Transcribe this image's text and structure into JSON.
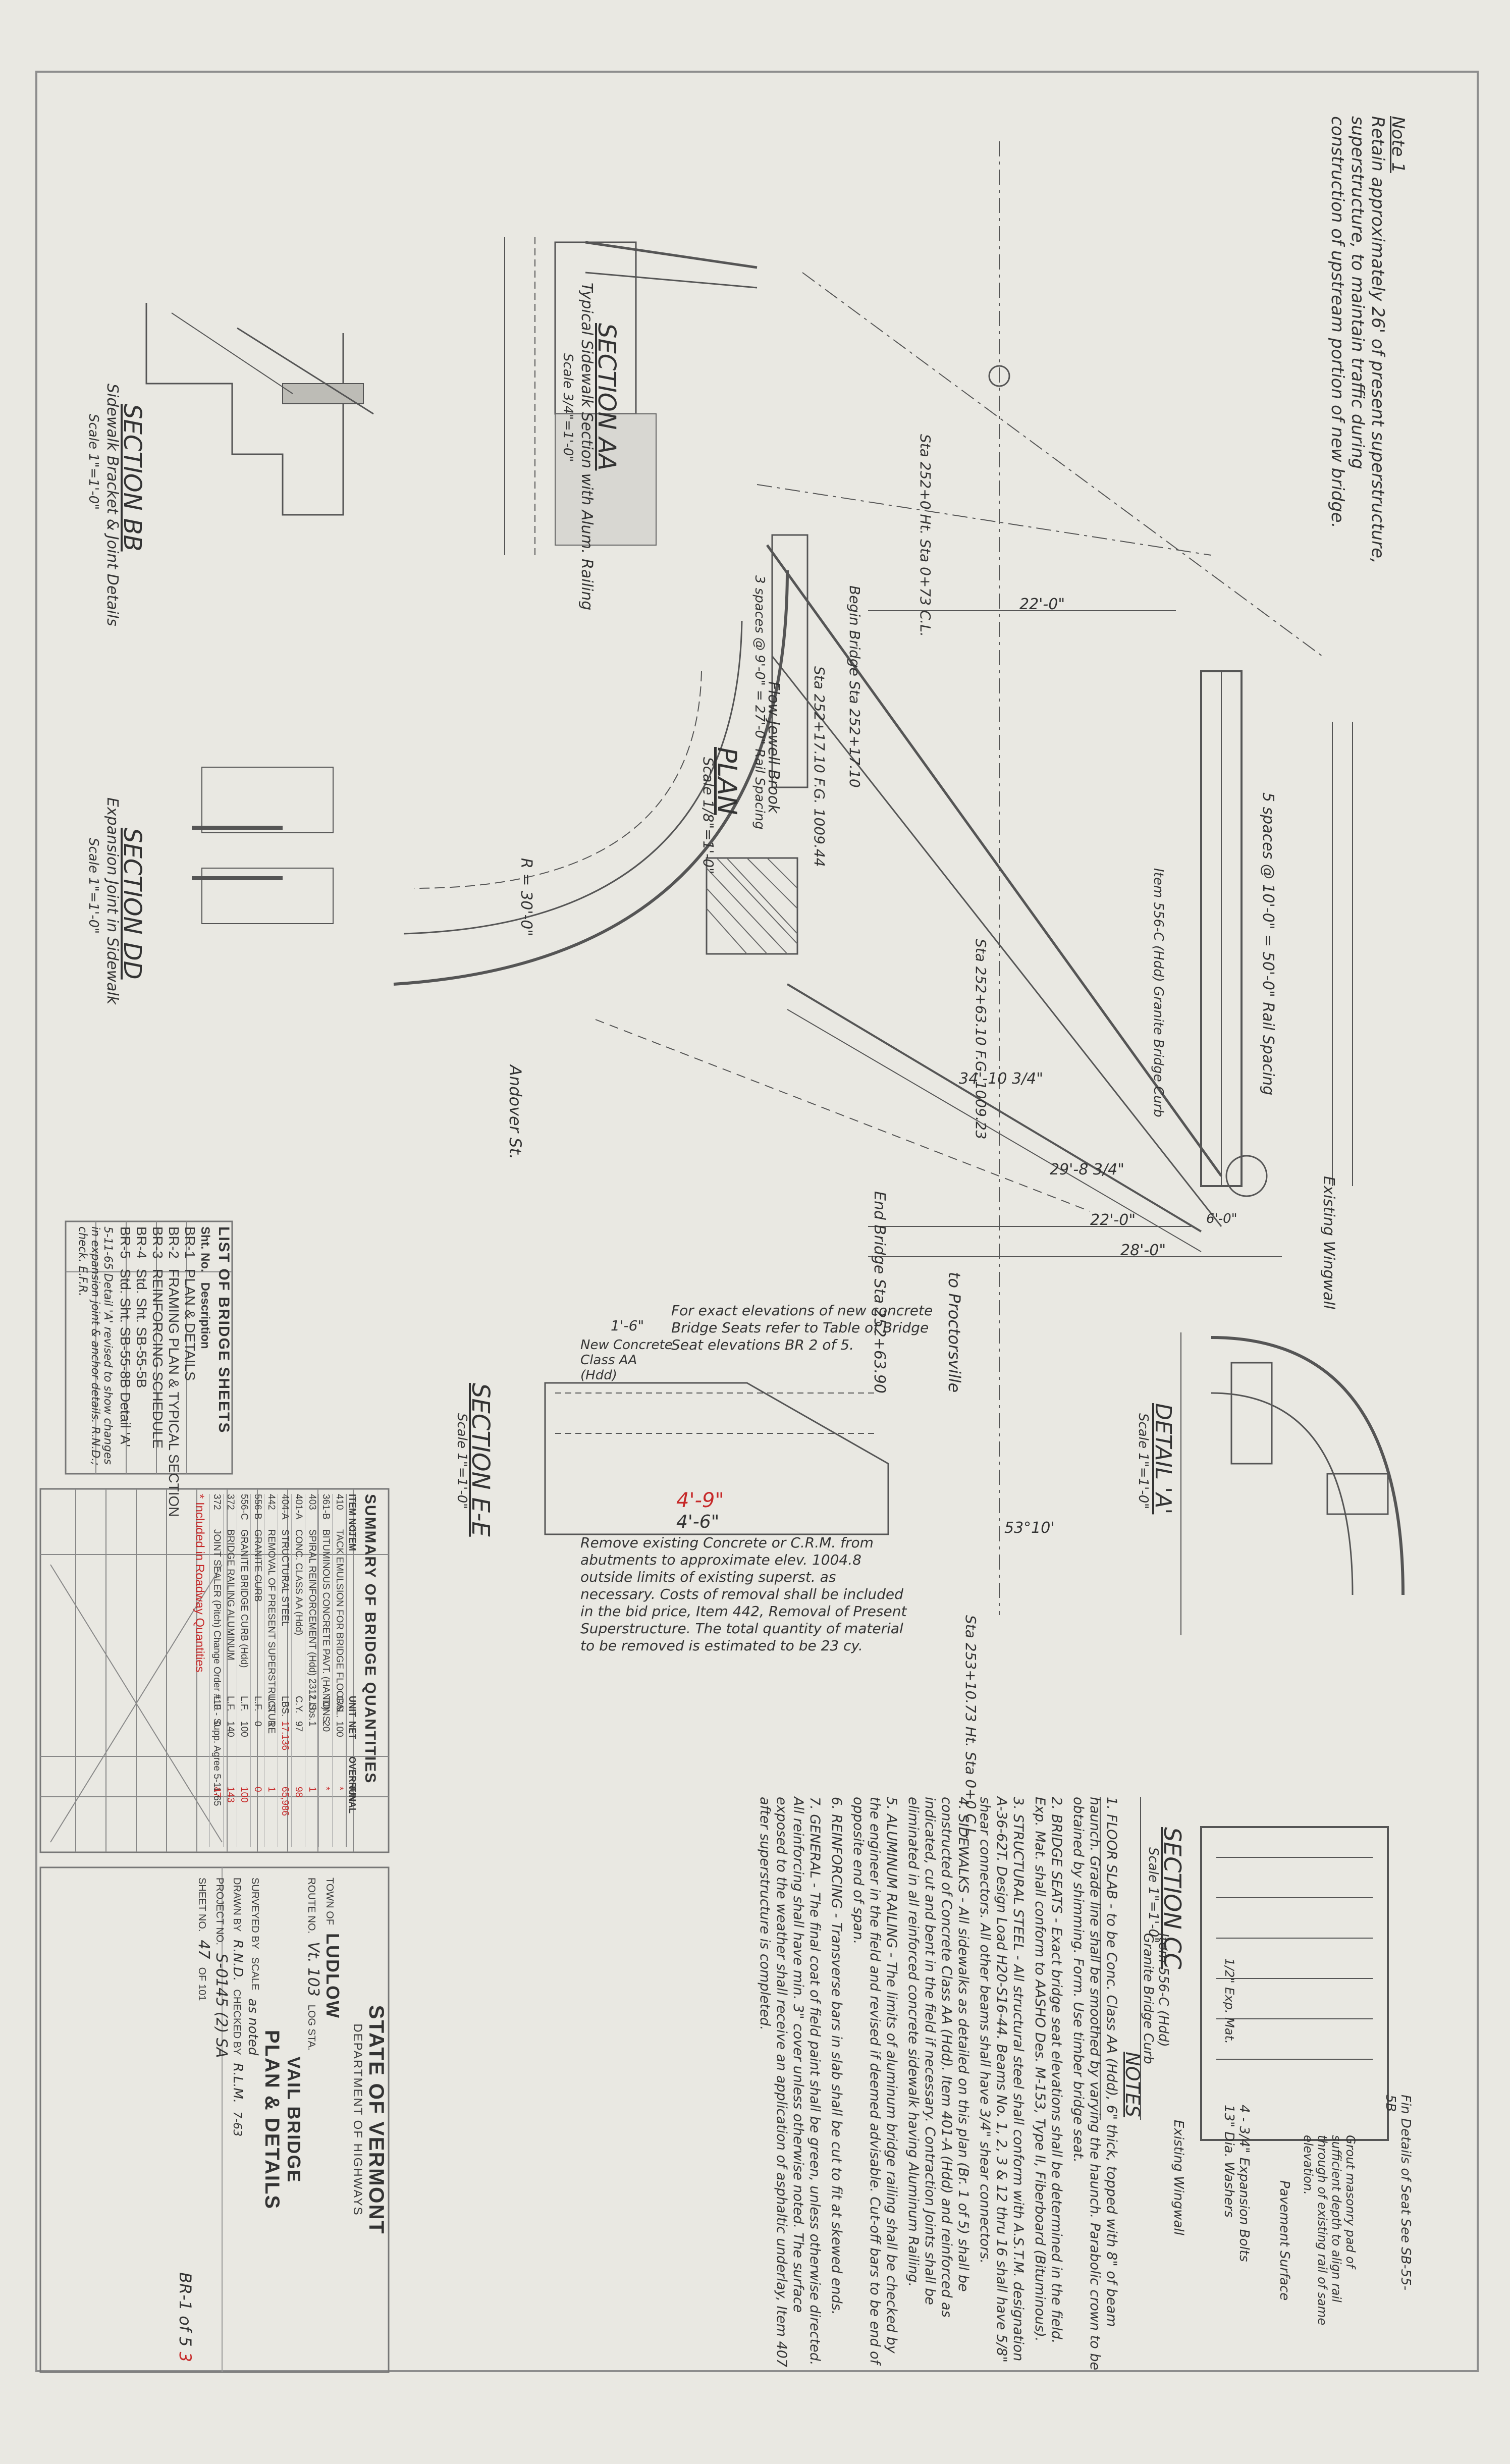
{
  "colors": {
    "paper": "#e9e8e2",
    "ink": "#444444",
    "red_ink": "#c62828",
    "border": "#8d8d8d"
  },
  "title_block": {
    "agency": "STATE OF VERMONT",
    "department": "DEPARTMENT OF HIGHWAYS",
    "town_label": "TOWN OF",
    "town": "LUDLOW",
    "route_label": "ROUTE NO.",
    "route": "Vt. 103",
    "log_label": "LOG STA.",
    "bridge_name": "VAIL BRIDGE",
    "sheet_title": "PLAN & DETAILS",
    "surveyed_label": "SURVEYED BY",
    "scale_label": "SCALE",
    "scale": "as noted",
    "drawn_label": "DRAWN BY",
    "drawn": "R.N.D.",
    "checked_label": "CHECKED BY",
    "checked": "R.L.M.",
    "checked_date": "7-63",
    "project_label": "PROJECT NO.",
    "project": "S-0145 (2) SA",
    "sheet_label": "SHEET NO.",
    "sheet_no": "47",
    "sheet_of": "OF 101",
    "sheet_ref": "BR-1 of 5",
    "sheet_ref_red": "3"
  },
  "quantities": {
    "title": "SUMMARY OF BRIDGE QUANTITIES",
    "headers": [
      "ITEM NO.",
      "ITEM",
      "UNIT",
      "NET",
      "OVERRUN",
      "FINAL"
    ],
    "rows": [
      {
        "item": "410",
        "desc": "TACK EMULSION FOR BRIDGE FLOORS",
        "unit": "GAL.",
        "net": "100",
        "final": "*"
      },
      {
        "item": "361-B",
        "desc": "BITUMINOUS CONCRETE PAVT. (HAND)",
        "unit": "TONS",
        "net": "20",
        "final": "*"
      },
      {
        "item": "403",
        "desc": "SPIRAL REINFORCEMENT (Hdd) 2312 Lbs.",
        "unit": "L.S.",
        "net": "1",
        "final": "1"
      },
      {
        "item": "401-A",
        "desc": "CONC. CLASS AA (Hdd)",
        "unit": "C.Y.",
        "net": "97",
        "final": "98"
      },
      {
        "item": "404-A",
        "desc": "STRUCTURAL STEEL",
        "unit": "LBS.",
        "net": "17.136",
        "final": "65,986"
      },
      {
        "item": "442",
        "desc": "REMOVAL OF PRESENT SUPERSTRUCTURE",
        "unit": "L.S.",
        "net": "1",
        "final": "1"
      },
      {
        "item": "556-B",
        "desc": "GRANITE CURB",
        "unit": "L.F.",
        "net": "0",
        "final": "0"
      },
      {
        "item": "556-C",
        "desc": "GRANITE BRIDGE CURB (Hdd)",
        "unit": "L.F.",
        "net": "100",
        "final": "100"
      },
      {
        "item": "372",
        "desc": "BRIDGE RAILING ALUMINUM",
        "unit": "L.F.",
        "net": "140",
        "final": "143"
      },
      {
        "item": "372",
        "desc": "JOINT SEALER (Pitch) Change Order #10 - Supp. Agree 5-11-65",
        "unit": "L.F.",
        "net": "0",
        "final": "47"
      }
    ],
    "footnote": "* Included in Roadway Quantities"
  },
  "sheets_list": {
    "title": "LIST OF BRIDGE SHEETS",
    "headers": [
      "Sht. No.",
      "Description"
    ],
    "rows": [
      [
        "BR-1",
        "PLAN & DETAILS"
      ],
      [
        "BR-2",
        "FRAMING PLAN & TYPICAL SECTION"
      ],
      [
        "BR-3",
        "REINFORCING SCHEDULE"
      ],
      [
        "BR-4",
        "Std. Sht. SB-55-5B"
      ],
      [
        "BR-5",
        "Std. Sht. SB-55-8B Detail 'A'"
      ]
    ],
    "change_note": "5-11-65 Detail 'A' revised to show changes in expansion joint & anchor details. R.N.D.; check. E.F.R."
  },
  "note1": {
    "label": "Note 1",
    "text": "Retain approximately 26' of present superstructure, superstructure, to maintain traffic during construction of upstream portion of new bridge."
  },
  "notes": {
    "title": "NOTES",
    "items": [
      "1. FLOOR SLAB - to be Conc. Class AA (Hdd), 6\" thick, topped with 8\" of beam haunch. Grade line shall be smoothed by varying the haunch. Parabolic crown to be obtained by shimming. Form. Use timber bridge seat.",
      "2. BRIDGE SEATS - Exact bridge seat elevations shall be determined in the field. Exp. Mat. shall conform to AASHO Des. M-153, Type II, Fiberboard (Bituminous).",
      "3. STRUCTURAL STEEL - All structural steel shall conform with A.S.T.M. designation A-36-62T. Design Load H20-S16-44. Beams No. 1, 2, 3 & 12 thru 16 shall have 5/8\" shear connectors. All other beams shall have 3/4\" shear connectors.",
      "4. SIDEWALKS - All sidewalks as detailed on this plan (Br. 1 of 5) shall be constructed of Concrete Class AA (Hdd). Item 401-A (Hdd) and reinforced as indicated, cut and bent in the field if necessary. Contraction Joints shall be eliminated in all reinforced concrete sidewalk having Aluminum Railing.",
      "5. ALUMINUM RAILING - The limits of aluminum bridge railing shall be checked by the engineer in the field and revised if deemed advisable. Cut-off bars to be end of opposite end of span.",
      "6. REINFORCING - Transverse bars in slab shall be cut to fit at skewed ends.",
      "7. GENERAL - The final coat of field paint shall be green, unless otherwise directed. All reinforcing shall have min. 3\" cover unless otherwise noted. The surface exposed to the weather shall receive an application of asphaltic underlay, Item 407 after superstructure is completed."
    ]
  },
  "sections": {
    "aa": {
      "title": "SECTION AA",
      "sub": "Typical Sidewalk Section with Alum. Railing",
      "scale": "Scale 3/4\"=1'-0\""
    },
    "bb": {
      "title": "SECTION BB",
      "sub": "Sidewalk Bracket & Joint Details",
      "scale": "Scale 1\"=1'-0\""
    },
    "dd": {
      "title": "SECTION DD",
      "sub": "Expansion Joint in Sidewalk",
      "scale": "Scale 1\"=1'-0\""
    },
    "ee": {
      "title": "SECTION E-E",
      "scale": "Scale 1\"=1'-0\""
    },
    "cc": {
      "title": "SECTION CC",
      "scale": "Scale 1\"=1'-0\""
    },
    "detail_a": {
      "title": "DETAIL 'A'",
      "scale": "Scale 1\"=1'-0\""
    },
    "plan": {
      "title": "PLAN",
      "scale": "Scale 1/8\"=1'-0\""
    }
  },
  "plan_labels": {
    "begin_bridge": "Begin Bridge Sta 252+17.10",
    "end_bridge": "End Bridge Sta 252+63.90",
    "sta1": "Sta 252+17.10 F.G. 1009.44",
    "sta2": "Sta 252+63.10 F.G. 1009.23",
    "sta3": "Sta 252+0 Ht. Sta 0+73 C.L.",
    "sta4": "Sta 253+10.73 Ht. Sta 0+0 C.L.",
    "spacing1": "5 spaces @ 10'-0\" = 50'-0\" Rail Spacing",
    "spacing2": "3 spaces @ 9'-0\" = 27'-0\" Rail Spacing",
    "dim_22": "22'-0\"",
    "dim_28": "28'-0\"",
    "dim_6": "6'-0\"",
    "dim_29": "29'-8 3/4\"",
    "dim_34": "34'-10 3/4\"",
    "river": "Flow Jewell Brook",
    "to_proctorsville": "to Proctorsville",
    "andover": "Andover St.",
    "existing_wingwall": "Existing Wingwall",
    "granite_curb": "Item 556-C (Hdd) Granite Bridge Curb",
    "angle": "53°10'",
    "radius": "R = 30'-0\""
  },
  "removal_note": {
    "header_red": "4'-9\"",
    "header": "4'-6\"",
    "text": "Remove existing Concrete or C.R.M. from abutments to approximate elev. 1004.8 outside limits of existing superst. as necessary. Costs of removal shall be included in the bid price, Item 442, Removal of Present Superstructure. The total quantity of material to be removed is estimated to be 23 cy.",
    "elev_note": "For exact elevations of new concrete Bridge Seats refer to Table of Bridge Seat elevations BR 2 of 5.",
    "new_concrete": "New Concrete Class AA (Hdd)",
    "dim": "1'-6\""
  },
  "cc_labels": {
    "fin_details": "Fin Details of Seat See SB-55-5B",
    "grout": "Grout masonry pad of sufficient depth to align rail through of existing rail of same elevation.",
    "pavement": "Pavement Surface",
    "bolts": "4 - 3/4\" Expansion Bolts 13\" Dia. Washers",
    "ex_wingwall": "Existing Wingwall",
    "exp_mat": "1/2\" Exp. Mat.",
    "granite": "Item 556-C (Hdd) Granite Bridge Curb"
  }
}
